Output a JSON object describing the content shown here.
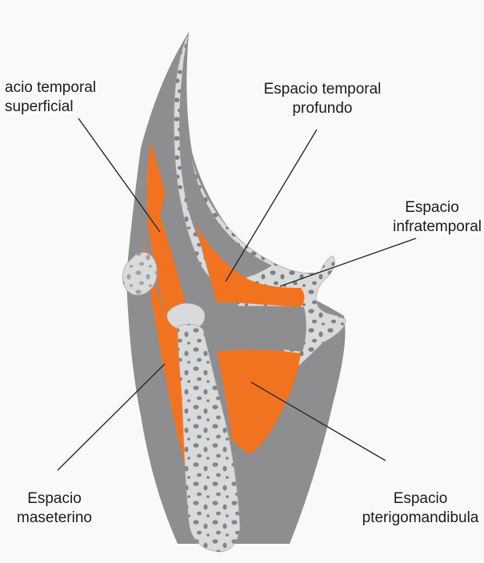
{
  "colors": {
    "space": "#f2731f",
    "muscle": "#8e8e90",
    "bone": "#d9dadc",
    "pore": "#74767a",
    "leader": "#2a2a2a",
    "background": "#f9f9f7"
  },
  "labels": {
    "temporal_superficial": [
      "acio temporal",
      "superficial"
    ],
    "temporal_profundo": [
      "Espacio temporal",
      "profundo"
    ],
    "infratemporal": [
      "Espacio",
      "infratemporal"
    ],
    "maseterino": [
      "Espacio",
      "maseterino"
    ],
    "pterigomandibular": [
      "Espacio",
      "pterigomandibula"
    ]
  }
}
